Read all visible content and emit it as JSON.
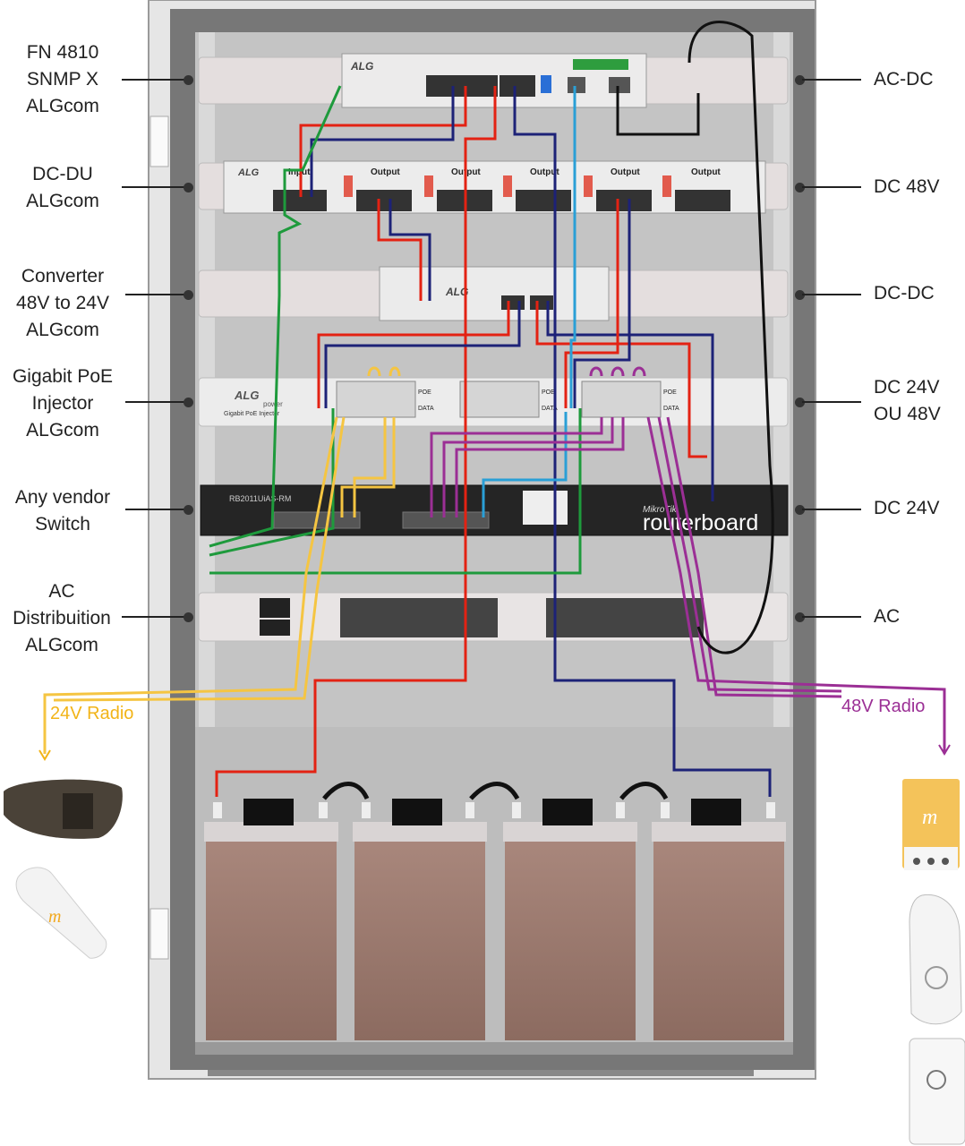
{
  "left_labels": [
    {
      "lines": [
        "FN 4810",
        "SNMP X",
        "ALGcom"
      ]
    },
    {
      "lines": [
        "DC-DU",
        "ALGcom"
      ]
    },
    {
      "lines": [
        "Converter",
        "48V to 24V",
        "ALGcom"
      ]
    },
    {
      "lines": [
        "Gigabit PoE",
        "Injector",
        "ALGcom"
      ]
    },
    {
      "lines": [
        "Any vendor",
        "Switch"
      ]
    },
    {
      "lines": [
        "AC",
        "Distribuition",
        "ALGcom"
      ]
    }
  ],
  "right_labels": [
    {
      "lines": [
        "AC-DC"
      ]
    },
    {
      "lines": [
        "DC 48V"
      ]
    },
    {
      "lines": [
        "DC-DC"
      ]
    },
    {
      "lines": [
        "DC 24V",
        "OU 48V"
      ]
    },
    {
      "lines": [
        "DC 24V"
      ]
    },
    {
      "lines": [
        "AC"
      ]
    }
  ],
  "radios": {
    "left": "24V Radio",
    "right": "48V Radio"
  },
  "devices": {
    "dcdu": {
      "input": "Input",
      "output": "Output"
    },
    "poe": {
      "brand": "ALG",
      "sub": "power",
      "model": "Gigabit PoE Injector",
      "poe": "POE",
      "data": "DATA"
    },
    "router": {
      "model": "RB2011UiAS-RM",
      "vendor": "MikroTik",
      "brand": "routerboard"
    },
    "brand_icon": "m"
  },
  "colors": {
    "red": "#e32213",
    "navy": "#1d2277",
    "green": "#1e9a3c",
    "yellow": "#f5c542",
    "purple": "#9b2f95",
    "blue": "#2a9fd6",
    "radio_yellow": "#f2b418",
    "radio_purple": "#9b2f95"
  }
}
